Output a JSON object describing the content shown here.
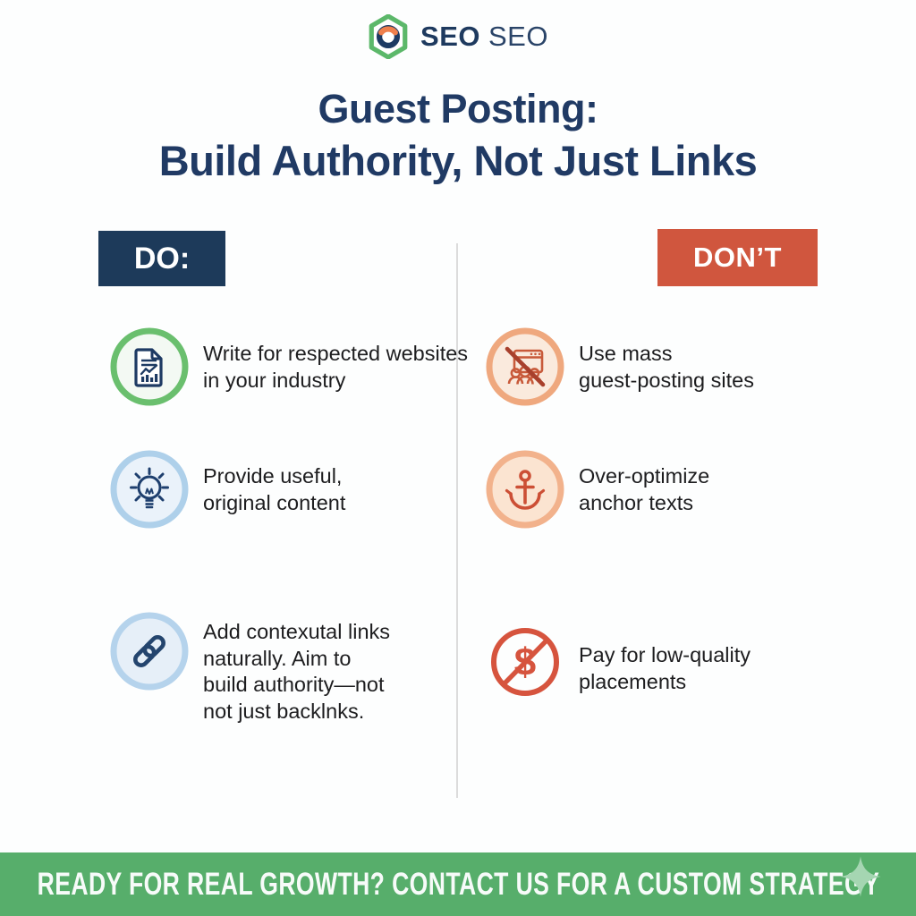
{
  "brand": {
    "logo_bold": "SEO",
    "logo_regular": "SEO"
  },
  "title": {
    "line1": "Guest Posting:",
    "line2": "Build Authority, Not Just Links"
  },
  "do_column": {
    "header": "DO:",
    "items": [
      {
        "icon": "article-report-icon",
        "lines": [
          "Write for respected websites",
          "in your industry"
        ]
      },
      {
        "icon": "lightbulb-icon",
        "lines": [
          "Provide useful,",
          "original content"
        ]
      },
      {
        "icon": "chain-link-icon",
        "lines": [
          "Add contexutal links",
          "naturally. Aim to",
          "build authority—not",
          "not just backlnks."
        ]
      }
    ]
  },
  "dont_column": {
    "header": "DON’T",
    "items": [
      {
        "icon": "no-mass-sites-icon",
        "lines": [
          "Use mass",
          "guest-posting sites"
        ]
      },
      {
        "icon": "anchor-icon",
        "lines": [
          "Over-optimize",
          "anchor texts"
        ]
      },
      {
        "icon": "no-dollar-icon",
        "lines": [
          "Pay for low-quality",
          "placements"
        ]
      }
    ]
  },
  "footer": {
    "cta": "READY FOR REAL GROWTH? CONTACT US FOR A CUSTOM STRATEGY"
  },
  "colors": {
    "title_navy": "#203a64",
    "do_box_navy": "#1d3a5a",
    "dont_box_red": "#d0563e",
    "banner_green": "#57ae6b",
    "sparkle_green": "#a5d6b2",
    "green_ring": "#6abf6e",
    "blue_ring": "#aed0ea",
    "peach_ring": "#efa87e",
    "alert_red": "#d6543e",
    "icon_navy": "#1d3a63"
  }
}
